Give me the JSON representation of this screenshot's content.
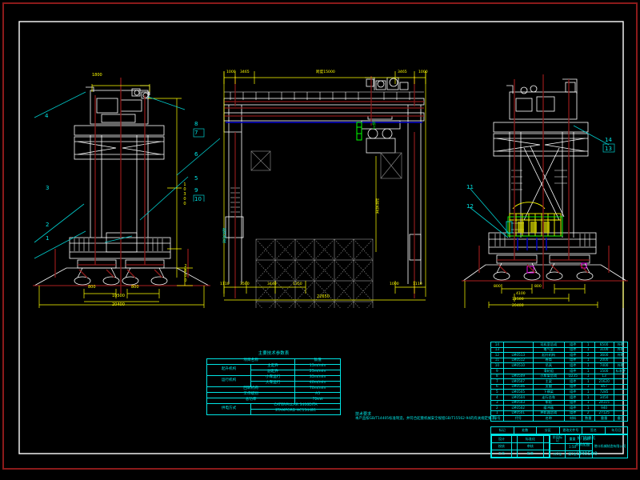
{
  "drawing": {
    "title": "龙门起重机总装配图",
    "background_color": "#000000",
    "outer_border_color": "#8b1a1a",
    "inner_frame_color": "#ffffff",
    "construction_color": "#ffffff",
    "centerline_color": "#8b1a1a",
    "dimension_color": "#ffff00",
    "leader_color": "#00cccc",
    "table_color": "#00e5e5",
    "hatch_color": "#808080",
    "accent_green": "#00ff00",
    "accent_blue": "#0000cd"
  },
  "views": {
    "left": {
      "name": "左视图",
      "top_dim": "1800",
      "bottom_dims": [
        "800",
        "800"
      ],
      "overall_dims": [
        "10500",
        "20400"
      ],
      "height_dim": "10300",
      "rail_dim": "2800",
      "callouts": [
        "1",
        "2",
        "3",
        "4",
        "5",
        "6",
        "7",
        "8",
        "9",
        "10"
      ]
    },
    "center": {
      "name": "主视图",
      "top_dims": [
        "1000",
        "3465",
        "跨度15000",
        "3465",
        "1000"
      ],
      "bottom_dims": [
        "1110",
        "3500",
        "3440",
        "1350",
        "1000",
        "1110"
      ],
      "overall_bottom_dim": "22650",
      "vertical_labels": [
        "起升高度",
        "轨上"
      ],
      "left_vertical_label": "起升高度"
    },
    "right": {
      "name": "右视图",
      "bottom_dims": [
        "800",
        "4100",
        "800"
      ],
      "overall_dims": [
        "11500",
        "20400"
      ],
      "callouts": [
        "11",
        "12",
        "13",
        "14"
      ]
    }
  },
  "spec_table": {
    "title": "主要技术参数表",
    "header": [
      "项目名称",
      "数值"
    ],
    "rows": [
      {
        "group": "起升机构",
        "param": "主起升",
        "value": "15m/min"
      },
      {
        "group": "",
        "param": "副起升",
        "value": "25m/min"
      },
      {
        "group": "运行机构",
        "param": "小车运行",
        "value": "35m/min"
      },
      {
        "group": "",
        "param": "大车运行",
        "value": "40m/min"
      },
      {
        "group": "回转机构",
        "param": "",
        "value": "70m/min"
      },
      {
        "group": "工作级别",
        "param": "",
        "value": "A5"
      },
      {
        "group": "总功率",
        "param": "",
        "value": "72kW"
      },
      {
        "group": "供电方式",
        "param": "CATERPILLAR 3406DITA",
        "value": ""
      },
      {
        "group": "",
        "param": "STAMFORD HC1544B1",
        "value": ""
      }
    ]
  },
  "note": {
    "heading": "技术要求",
    "body": "本产品按GB/T14405标准制造，并符合起重机械安全规程GB/T15562-94的有关规定要求。"
  },
  "bom": {
    "header": [
      "序号",
      "代号",
      "名称",
      "材料",
      "数量",
      "重量",
      "备注"
    ],
    "rows": [
      {
        "no": "14",
        "code": "",
        "name": "司机室总成",
        "material": "组件",
        "qty": "1",
        "weight": "6500",
        "remark": "外购"
      },
      {
        "no": "13",
        "code": "",
        "name": "电气室",
        "material": "组件",
        "qty": "1",
        "weight": "3100",
        "remark": "外购"
      },
      {
        "no": "12",
        "code": "LM0513",
        "name": "起升机构",
        "material": "组件",
        "qty": "2",
        "weight": "3600",
        "remark": "外购"
      },
      {
        "no": "11",
        "code": "LM0512",
        "name": "卷筒",
        "material": "组件",
        "qty": "1",
        "weight": "2000",
        "remark": ""
      },
      {
        "no": "10",
        "code": "LM0510",
        "name": "吊具",
        "material": "组件",
        "qty": "1",
        "weight": "7400",
        "remark": "外购"
      },
      {
        "no": "9",
        "code": "",
        "name": "滑轮组",
        "material": "组件",
        "qty": "1",
        "weight": "1500",
        "remark": "标准件"
      },
      {
        "no": "8",
        "code": "LM0509",
        "name": "小车架总成",
        "material": "Q235",
        "qty": "1",
        "weight": "13",
        "remark": ""
      },
      {
        "no": "7",
        "code": "LM0507",
        "name": "主梁",
        "material": "组件",
        "qty": "1",
        "weight": "21620",
        "remark": ""
      },
      {
        "no": "6",
        "code": "LM0506",
        "name": "支腿",
        "material": "组件",
        "qty": "1",
        "weight": "857",
        "remark": ""
      },
      {
        "no": "5",
        "code": "LM0505",
        "name": "下横梁",
        "material": "组件",
        "qty": "1",
        "weight": "7285",
        "remark": ""
      },
      {
        "no": "4",
        "code": "LM0504",
        "name": "走行台车",
        "material": "组件",
        "qty": "1",
        "weight": "3450",
        "remark": ""
      },
      {
        "no": "3",
        "code": "LM0503",
        "name": "车轮",
        "material": "组件",
        "qty": "1",
        "weight": "24115",
        "remark": ""
      },
      {
        "no": "2",
        "code": "LM0502",
        "name": "缓冲器",
        "material": "组件",
        "qty": "1",
        "weight": "940",
        "remark": ""
      },
      {
        "no": "1",
        "code": "LM0501",
        "name": "夹轨器总成",
        "material": "组件",
        "qty": "2",
        "weight": "27125",
        "remark": ""
      }
    ]
  },
  "title_block": {
    "labels": [
      "标记",
      "处数",
      "分区",
      "更改文件号",
      "签名",
      "年月日"
    ],
    "rows": [
      [
        "设计",
        "",
        "标准化",
        "",
        "阶段标记",
        "重量",
        "比例"
      ],
      [
        "校核",
        "",
        "审核",
        "",
        "",
        "1:50",
        ""
      ],
      [
        "工艺",
        "",
        "批准",
        "",
        "共1张",
        "第1张",
        ""
      ]
    ],
    "company": "港口机械制造有限公司",
    "product": "龙门起重机",
    "drawing_title": "总装配图",
    "drawing_no": "LM0500"
  }
}
